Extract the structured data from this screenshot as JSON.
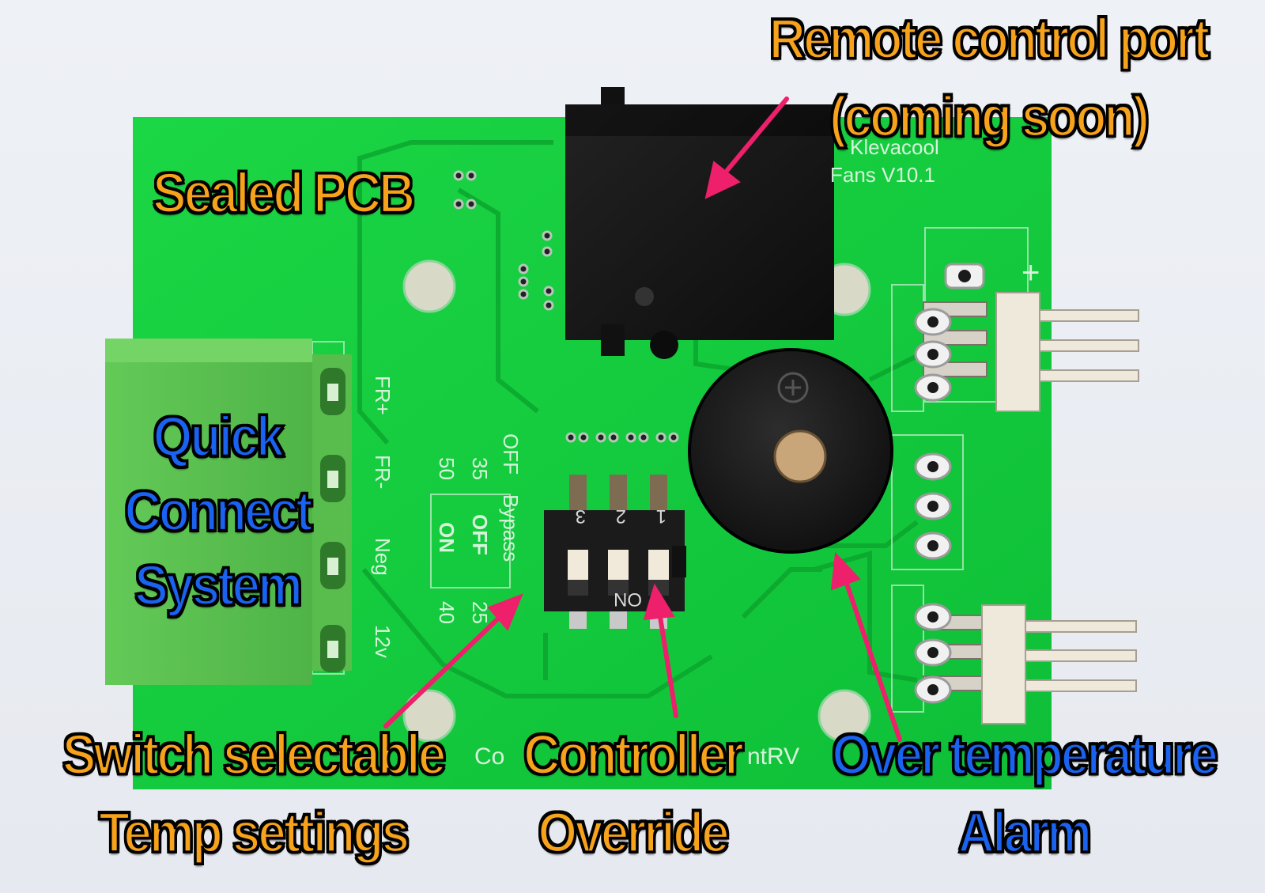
{
  "colors": {
    "orange_label": "#f7a21b",
    "blue_label": "#1a63f0",
    "arrow": "#ee1f6b",
    "pcb": "#12cc3c"
  },
  "callouts": {
    "remote_port": {
      "line1": "Remote control port",
      "line2": "(coming soon)"
    },
    "sealed_pcb": {
      "text": "Sealed PCB"
    },
    "quick_connect": {
      "line1": "Quick",
      "line2": "Connect",
      "line3": "System"
    },
    "temp_settings": {
      "line1": "Switch selectable",
      "line2": "Temp settings"
    },
    "override": {
      "line1": "Controller",
      "line2": "Override"
    },
    "alarm": {
      "line1": "Over temperature",
      "line2": "Alarm"
    }
  },
  "board": {
    "brand_line1": "Klevacool",
    "brand_line2": "Fans  V10.1",
    "plus_mark": "+",
    "terminal_labels": [
      "FR+",
      "FR-",
      "Neg",
      "12v"
    ],
    "dip_col1": [
      "OFF",
      "Bypass"
    ],
    "dip_col2": [
      "35",
      "OFF"
    ],
    "dip_col3": [
      "50",
      "ON"
    ],
    "dip_bottom": [
      "40",
      "25"
    ],
    "switch_numbers": [
      "3",
      "2",
      "1"
    ],
    "switch_on_label": "ON",
    "footer_text_left": "Co",
    "footer_text_right": "ntRV"
  }
}
